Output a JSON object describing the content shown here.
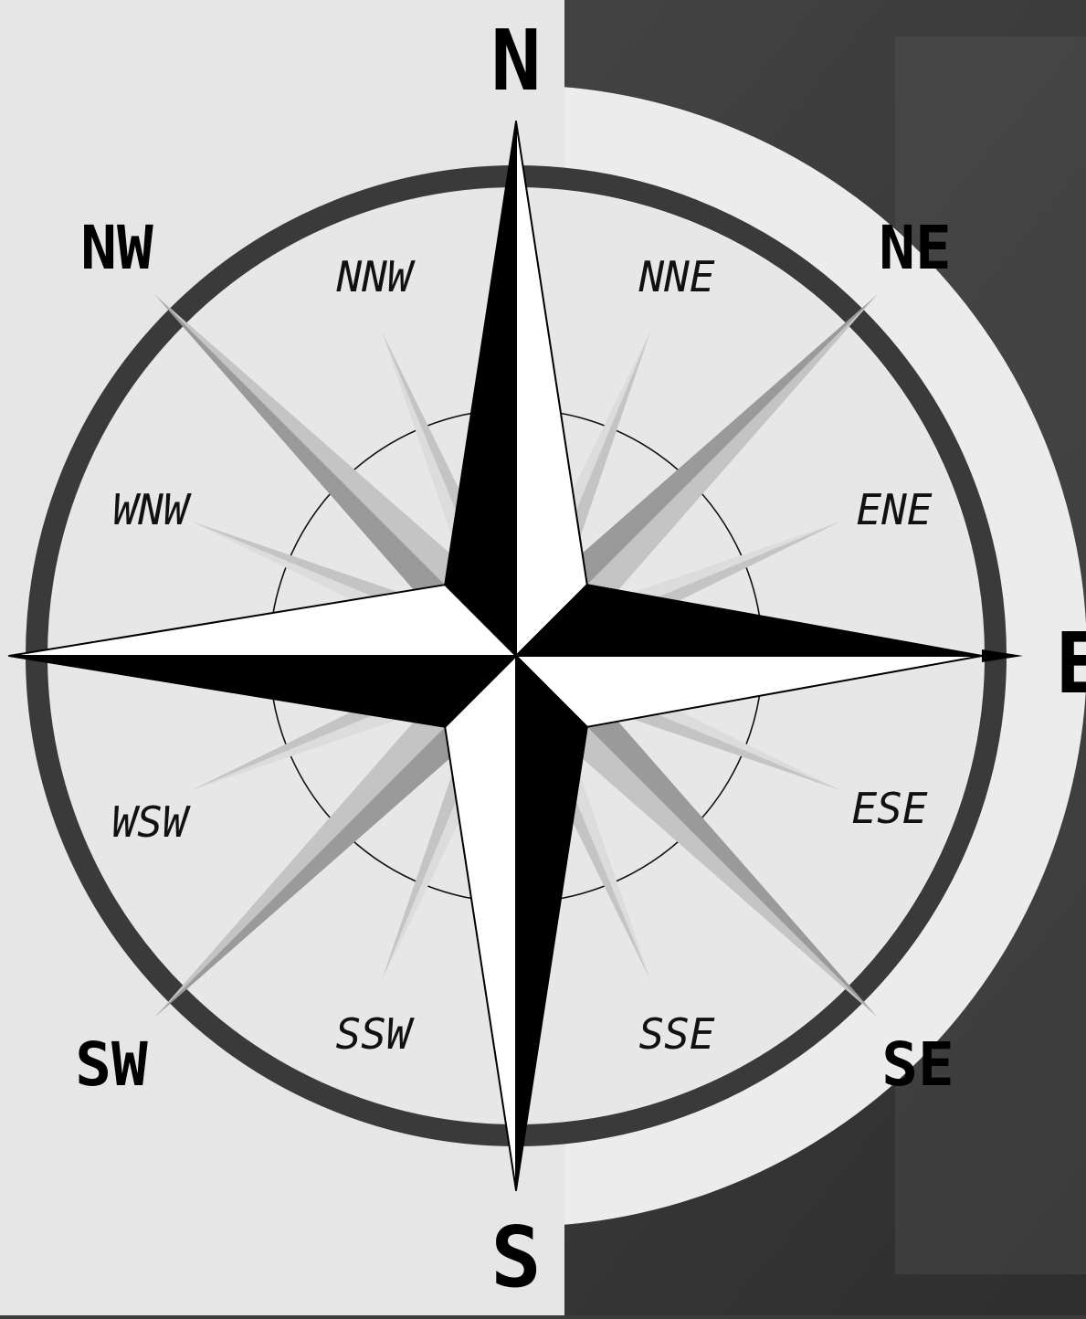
{
  "compass": {
    "cardinal": {
      "n": "N",
      "s": "S",
      "e": "E"
    },
    "intercardinal": {
      "nw": "NW",
      "ne": "NE",
      "sw": "SW",
      "se": "SE"
    },
    "secondary": {
      "nnw": "NNW",
      "nne": "NNE",
      "wnw": "WNW",
      "ene": "ENE",
      "wsw": "WSW",
      "ese": "ESE",
      "ssw": "SSW",
      "sse": "SSE"
    }
  },
  "colors": {
    "background_light": "#e6e6e6",
    "background_dark": "#3c3c3c",
    "star_black": "#000000",
    "star_white": "#ffffff",
    "ray_mid": "#9a9a9a",
    "ray_light": "#c4c4c4",
    "ray_faint": "#dcdcdc"
  }
}
